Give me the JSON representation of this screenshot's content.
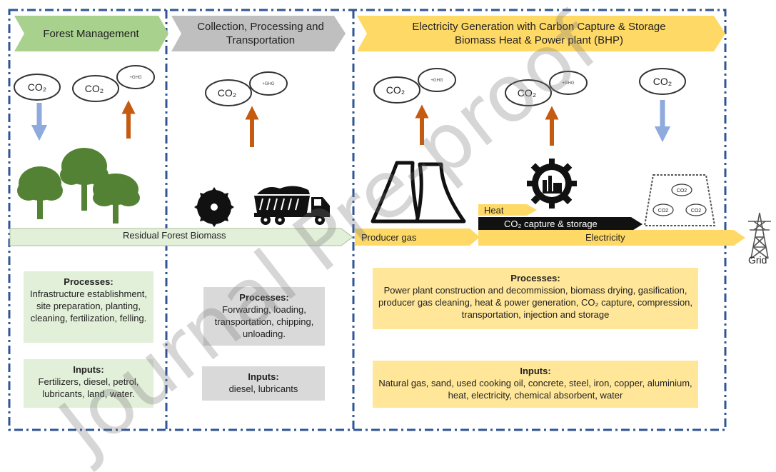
{
  "headers": {
    "forest": "Forest Management",
    "collection": "Collection, Processing and Transportation",
    "electricity_line1": "Electricity Generation with Carbon Capture & Storage",
    "electricity_line2": "Biomass Heat & Power plant (BHP)"
  },
  "co2_label": "CO₂",
  "ghg_label": "+GHG",
  "flows": {
    "residual": "Residual Forest Biomass",
    "producer_gas": "Producer gas",
    "heat": "Heat",
    "co2_capture": "CO₂ capture & storage",
    "electricity": "Electricity"
  },
  "grid_label": "Grid",
  "boxes": {
    "forest_processes_title": "Processes:",
    "forest_processes_text": "Infrastructure establishment, site preparation, planting, cleaning, fertilization, felling.",
    "forest_inputs_title": "Inputs:",
    "forest_inputs_text": "Fertilizers, diesel, petrol, lubricants, land, water.",
    "collection_processes_title": "Processes:",
    "collection_processes_text": "Forwarding, loading, transportation, chipping, unloading.",
    "collection_inputs_title": "Inputs:",
    "collection_inputs_text": "diesel, lubricants",
    "bhp_processes_title": "Processes:",
    "bhp_processes_text": "Power plant construction and decommission, biomass drying, gasification, producer gas cleaning, heat & power generation, CO₂ capture, compression, transportation, injection and storage",
    "bhp_inputs_title": "Inputs:",
    "bhp_inputs_text": "Natural gas, sand, used cooking oil, concrete, steel, iron, copper, aluminium, heat, electricity, chemical absorbent, water"
  },
  "storage_cloud_label": "CO2",
  "watermark": "Journal Pre-proof",
  "colors": {
    "green_header": "#a9d18e",
    "grey_header": "#bfbfbf",
    "yellow_header": "#ffd966",
    "green_box": "#e2efd9",
    "grey_box": "#d9d9d9",
    "yellow_box": "#ffe699",
    "border_blue": "#2f5597",
    "arrow_orange": "#c55a11",
    "arrow_blue": "#8faadc",
    "tree_green": "#548235"
  }
}
